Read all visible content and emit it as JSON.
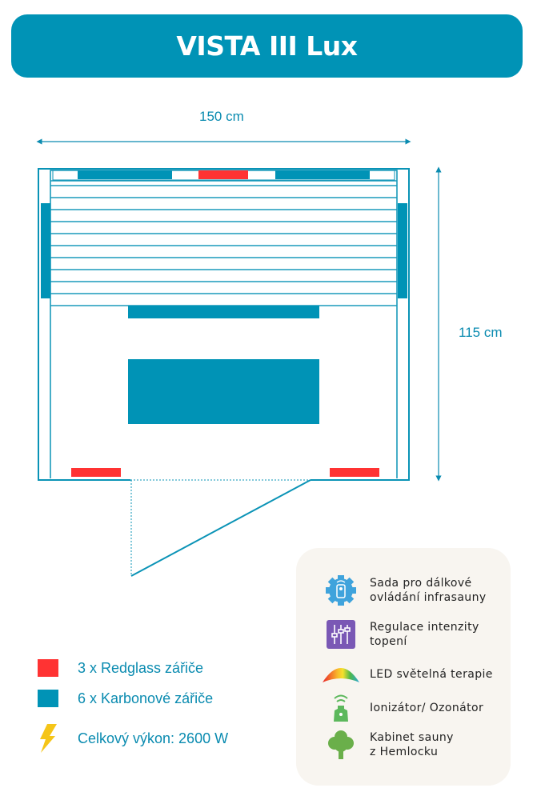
{
  "title": "VISTA III Lux",
  "dimensions": {
    "width": "150 cm",
    "depth": "115 cm"
  },
  "colors": {
    "brand": "#0093b6",
    "redglass": "#ff3333",
    "carbon": "#0093b6"
  },
  "legend": [
    {
      "icon": "red-square",
      "label": "3 x Redglass zářiče"
    },
    {
      "icon": "teal-square",
      "label": "6 x Karbonové zářiče"
    },
    {
      "icon": "lightning-icon",
      "label": "Celkový výkon: 2600 W"
    }
  ],
  "features": [
    {
      "icon": "remote-gear-icon",
      "line1": "Sada pro dálkové",
      "line2": "ovládání infrasauny"
    },
    {
      "icon": "sliders-icon",
      "line1": "Regulace intenzity",
      "line2": "topení"
    },
    {
      "icon": "rainbow-icon",
      "line1": " LED světelná terapie",
      "line2": ""
    },
    {
      "icon": "ionizer-icon",
      "line1": "Ionizátor/ Ozonátor",
      "line2": ""
    },
    {
      "icon": "tree-icon",
      "line1": "Kabinet sauny",
      "line2": "z Hemlocku"
    }
  ]
}
